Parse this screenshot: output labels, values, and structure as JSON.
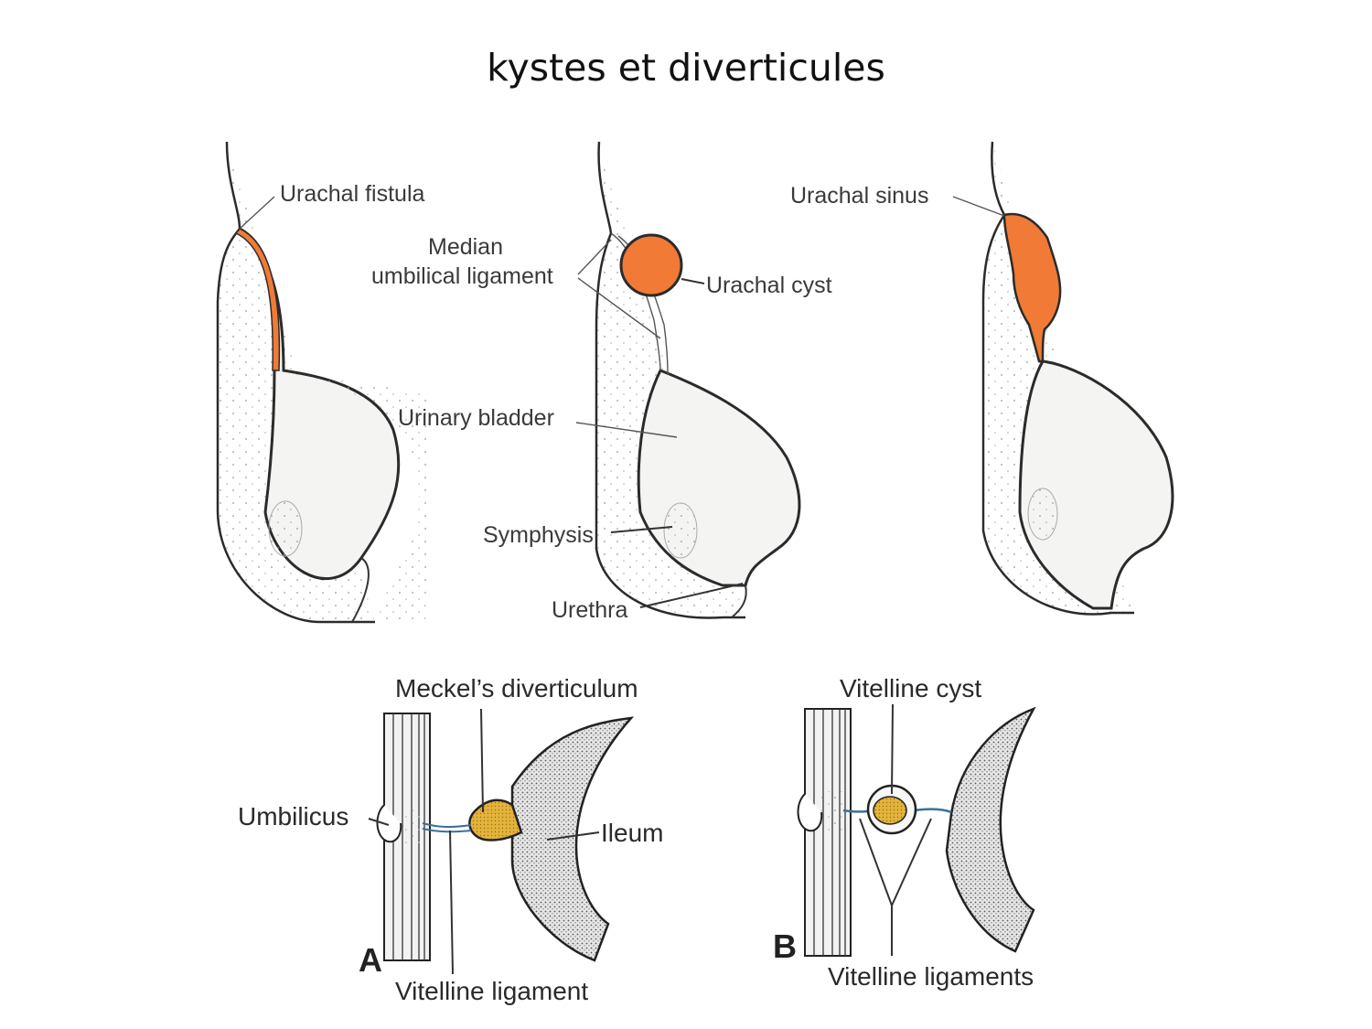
{
  "title": "kystes et diverticules",
  "top_figure": {
    "labels": {
      "urachal_fistula": "Urachal fistula",
      "median_line1": "Median",
      "median_line2": "umbilical ligament",
      "urachal_cyst": "Urachal cyst",
      "urinary_bladder": "Urinary bladder",
      "symphysis": "Symphysis",
      "urethra": "Urethra",
      "urachal_sinus": "Urachal sinus"
    },
    "colors": {
      "lesion": "#f07a36"
    }
  },
  "bottom_figure": {
    "labels": {
      "meckels": "Meckel’s diverticulum",
      "umbilicus": "Umbilicus",
      "ileum": "Ileum",
      "vitelline_ligament": "Vitelline ligament",
      "vitelline_cyst": "Vitelline cyst",
      "vitelline_ligaments": "Vitelline ligaments",
      "panel_a": "A",
      "panel_b": "B"
    },
    "colors": {
      "lesion": "#d9a22a",
      "ligament": "#3d6f9a"
    }
  }
}
